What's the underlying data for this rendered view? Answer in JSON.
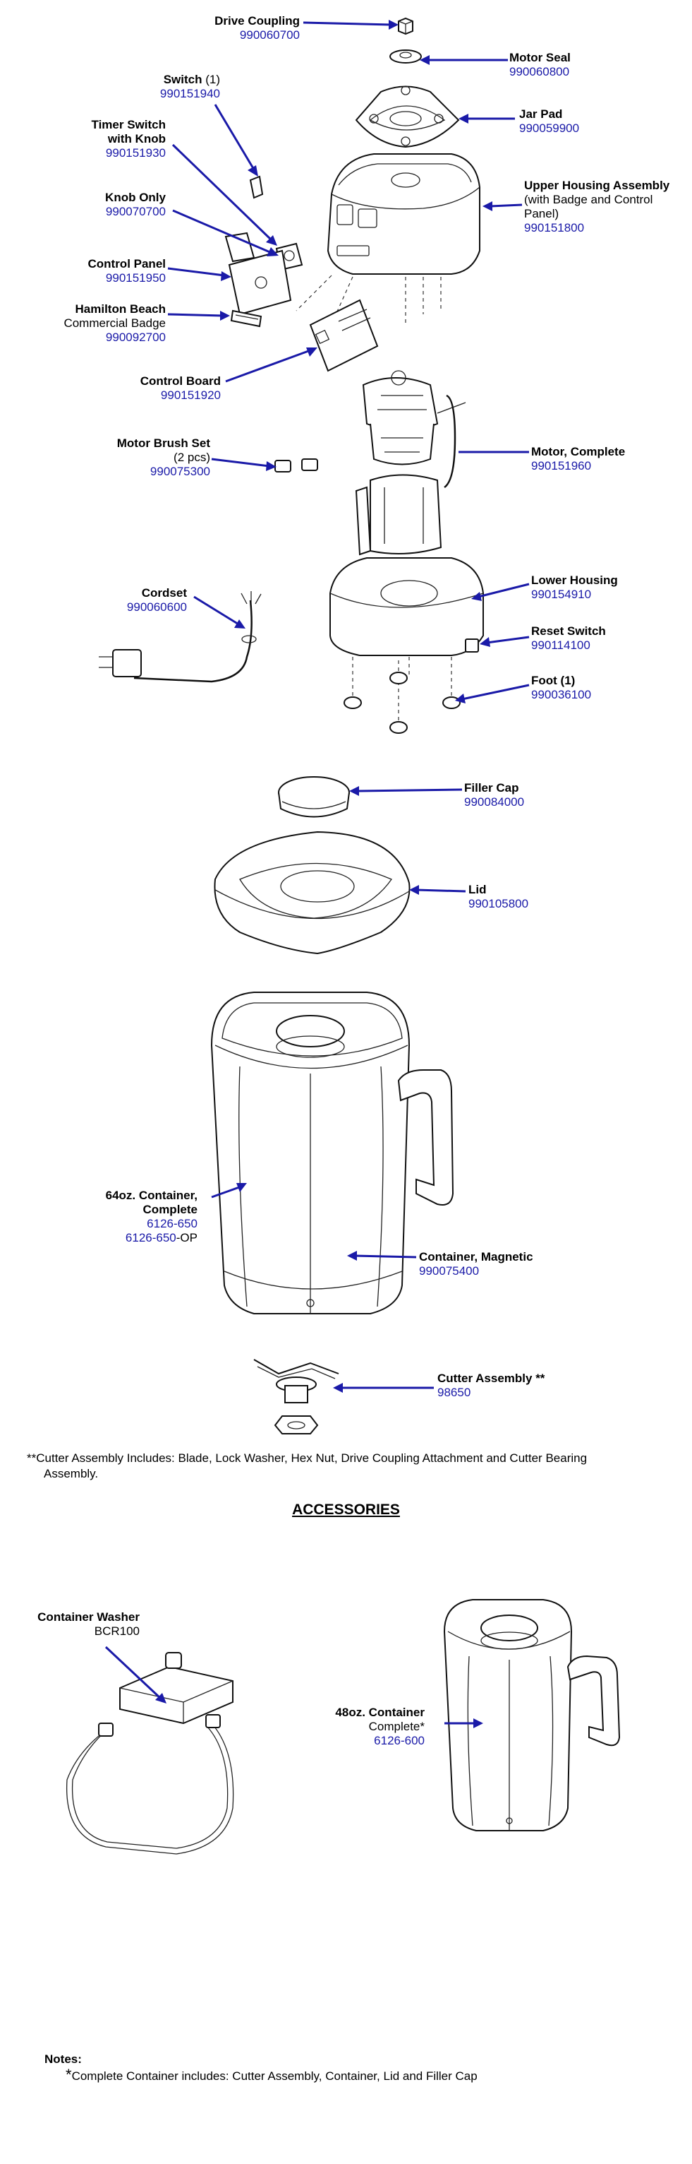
{
  "labels": {
    "drive_coupling": {
      "title": "Drive Coupling",
      "part": "990060700"
    },
    "motor_seal": {
      "title": "Motor Seal",
      "part": "990060800"
    },
    "switch": {
      "title": "Switch",
      "qty": "(1)",
      "part": "990151940"
    },
    "jar_pad": {
      "title": "Jar Pad",
      "part": "990059900"
    },
    "timer_switch": {
      "title1": "Timer Switch",
      "title2": "with Knob",
      "part": "990151930"
    },
    "upper_housing": {
      "title": "Upper Housing Assembly",
      "sub1": "(with Badge and Control",
      "sub2": "Panel)",
      "part": "990151800"
    },
    "knob_only": {
      "title": "Knob Only",
      "part": "990070700"
    },
    "control_panel": {
      "title": "Control Panel",
      "part": "990151950"
    },
    "badge": {
      "title": "Hamilton Beach",
      "sub": "Commercial Badge",
      "part": "990092700"
    },
    "control_board": {
      "title": "Control Board",
      "part": "990151920"
    },
    "motor_brush": {
      "title": "Motor Brush Set",
      "sub": "(2 pcs)",
      "part": "990075300"
    },
    "motor_complete": {
      "title": "Motor, Complete",
      "part": "990151960"
    },
    "lower_housing": {
      "title": "Lower Housing",
      "part": "990154910"
    },
    "cordset": {
      "title": "Cordset",
      "part": "990060600"
    },
    "reset_switch": {
      "title": "Reset Switch",
      "part": "990114100"
    },
    "foot": {
      "title": "Foot (1)",
      "part": "990036100"
    },
    "filler_cap": {
      "title": "Filler Cap",
      "part": "990084000"
    },
    "lid": {
      "title": "Lid",
      "part": "990105800"
    },
    "container_64": {
      "title1": "64oz. Container,",
      "title2": "Complete",
      "part1": "6126-650",
      "part2": "6126-650",
      "part2_suffix": "-OP"
    },
    "container_magnetic": {
      "title": "Container, Magnetic",
      "part": "990075400"
    },
    "cutter_assembly": {
      "title": "Cutter Assembly **",
      "part": "98650"
    },
    "container_washer": {
      "title": "Container Washer",
      "part": "BCR100"
    },
    "container_48": {
      "title": "48oz. Container",
      "sub": "Complete*",
      "part": "6126-600"
    }
  },
  "cutter_note": {
    "marker": "**",
    "line1": "Cutter Assembly Includes:  Blade, Lock Washer, Hex Nut, Drive Coupling Attachment and Cutter Bearing",
    "line2": "Assembly."
  },
  "accessories_heading": "ACCESSORIES",
  "notes": {
    "heading": "Notes:",
    "marker": "*",
    "text": "Complete Container includes: Cutter Assembly, Container, Lid and Filler Cap"
  },
  "colors": {
    "part_number": "#1a1aa8",
    "arrow": "#1a1aa8",
    "line_art": "#111111"
  }
}
